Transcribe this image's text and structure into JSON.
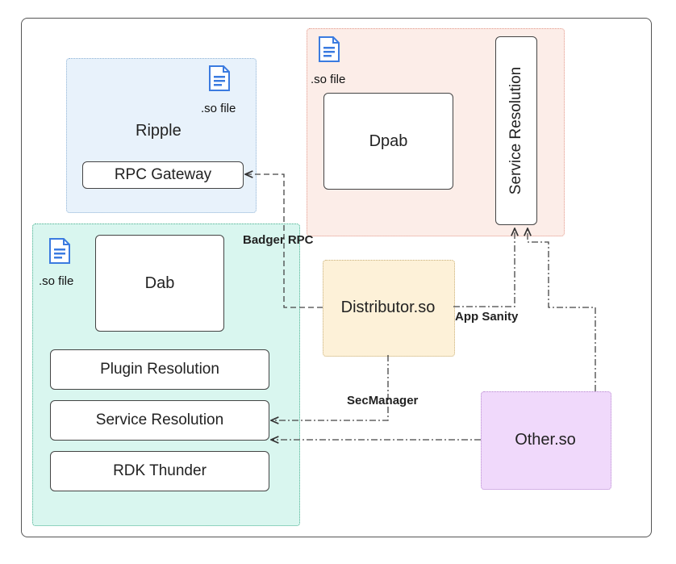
{
  "file_label": ".so file",
  "ripple": {
    "title": "Ripple",
    "rpc_gateway": "RPC Gateway"
  },
  "dpab": {
    "title": "Dpab",
    "service_resolution": "Service Resolution"
  },
  "dab": {
    "title": "Dab",
    "plugin_resolution": "Plugin Resolution",
    "service_resolution": "Service Resolution",
    "rdk_thunder": "RDK Thunder"
  },
  "distributor": "Distributor.so",
  "other": "Other.so",
  "edges": {
    "badger_rpc": "Badger RPC",
    "app_sanity": "App Sanity",
    "sec_manager": "SecManager"
  },
  "colors": {
    "ripple_bg": "#e8f2fb",
    "dpab_bg": "#fcede8",
    "dab_bg": "#d9f6ef",
    "distributor_bg": "#fdf1d8",
    "other_bg": "#f0d9fb",
    "file_icon": "#3b7be0"
  },
  "icons": [
    "file-icon"
  ]
}
